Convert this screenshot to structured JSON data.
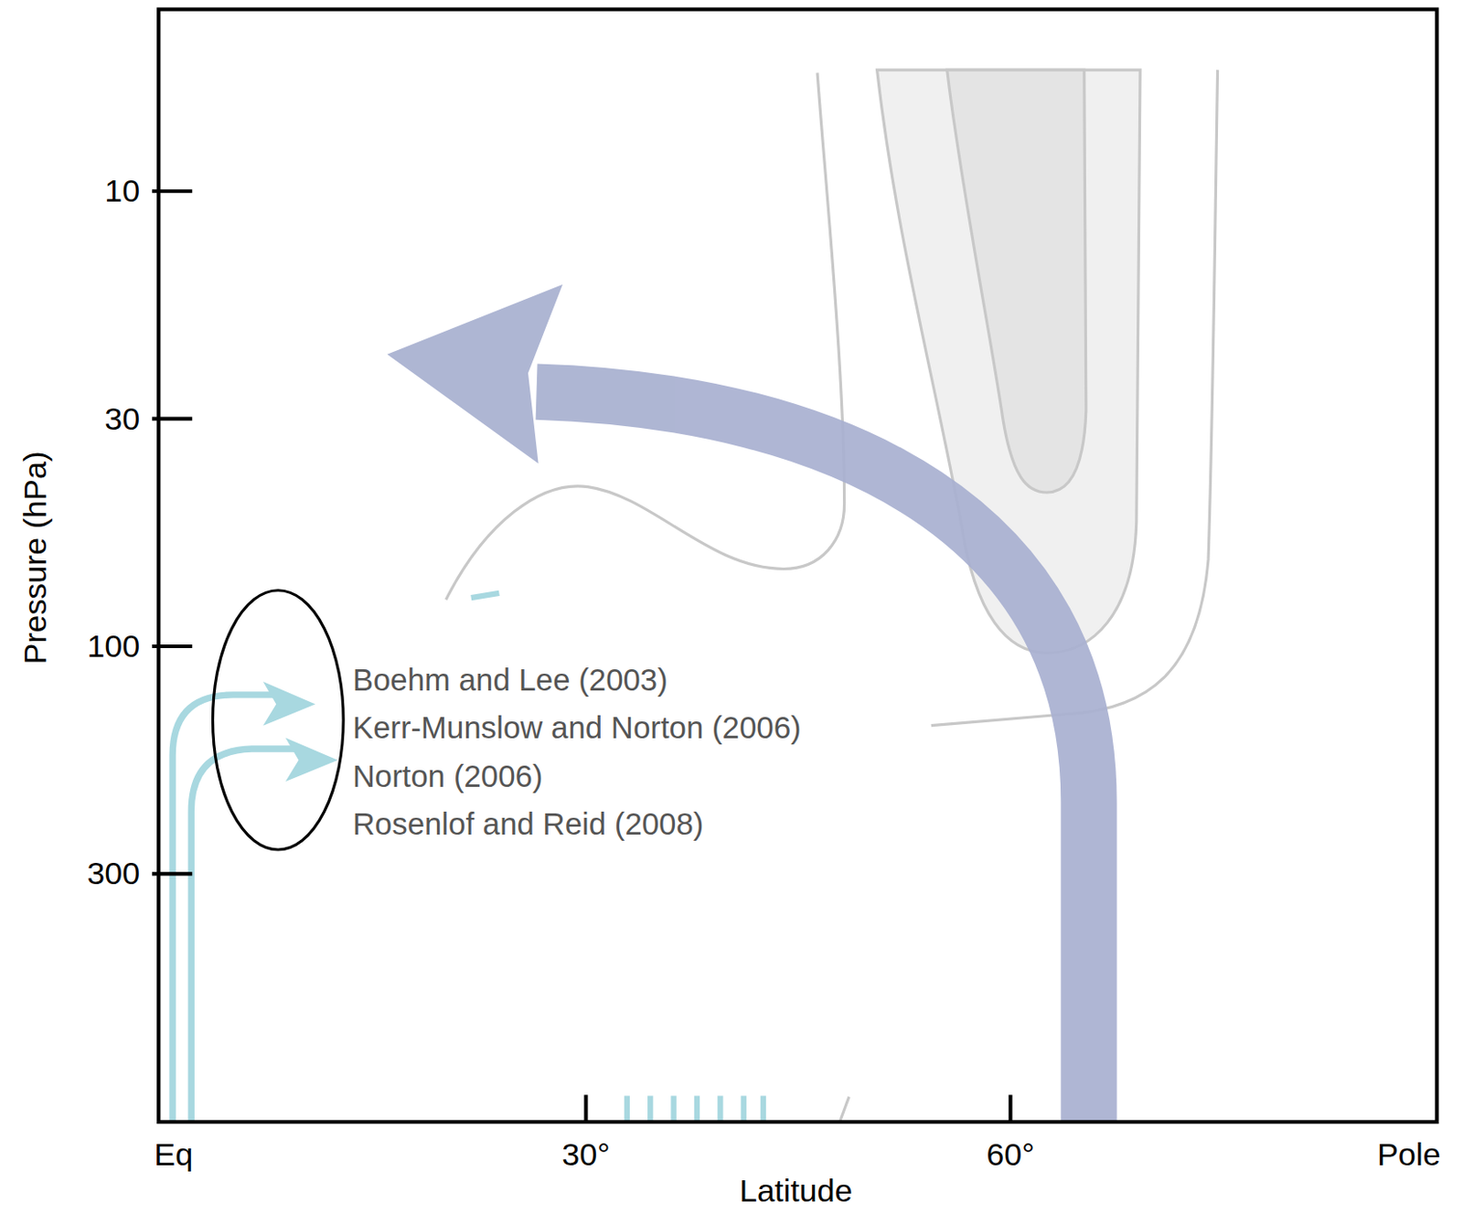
{
  "diagram": {
    "labels": [
      "10",
      "30",
      "100",
      "300",
      "Pressure (hPa)",
      "Boehm and Lee (2003)",
      "Kerr-Munslow and Norton (2006)",
      "Norton (2006)",
      "Rosenlof and Reid (2008)",
      "Eq",
      "30°",
      "60°",
      "Pole",
      "Latitude"
    ]
  }
}
